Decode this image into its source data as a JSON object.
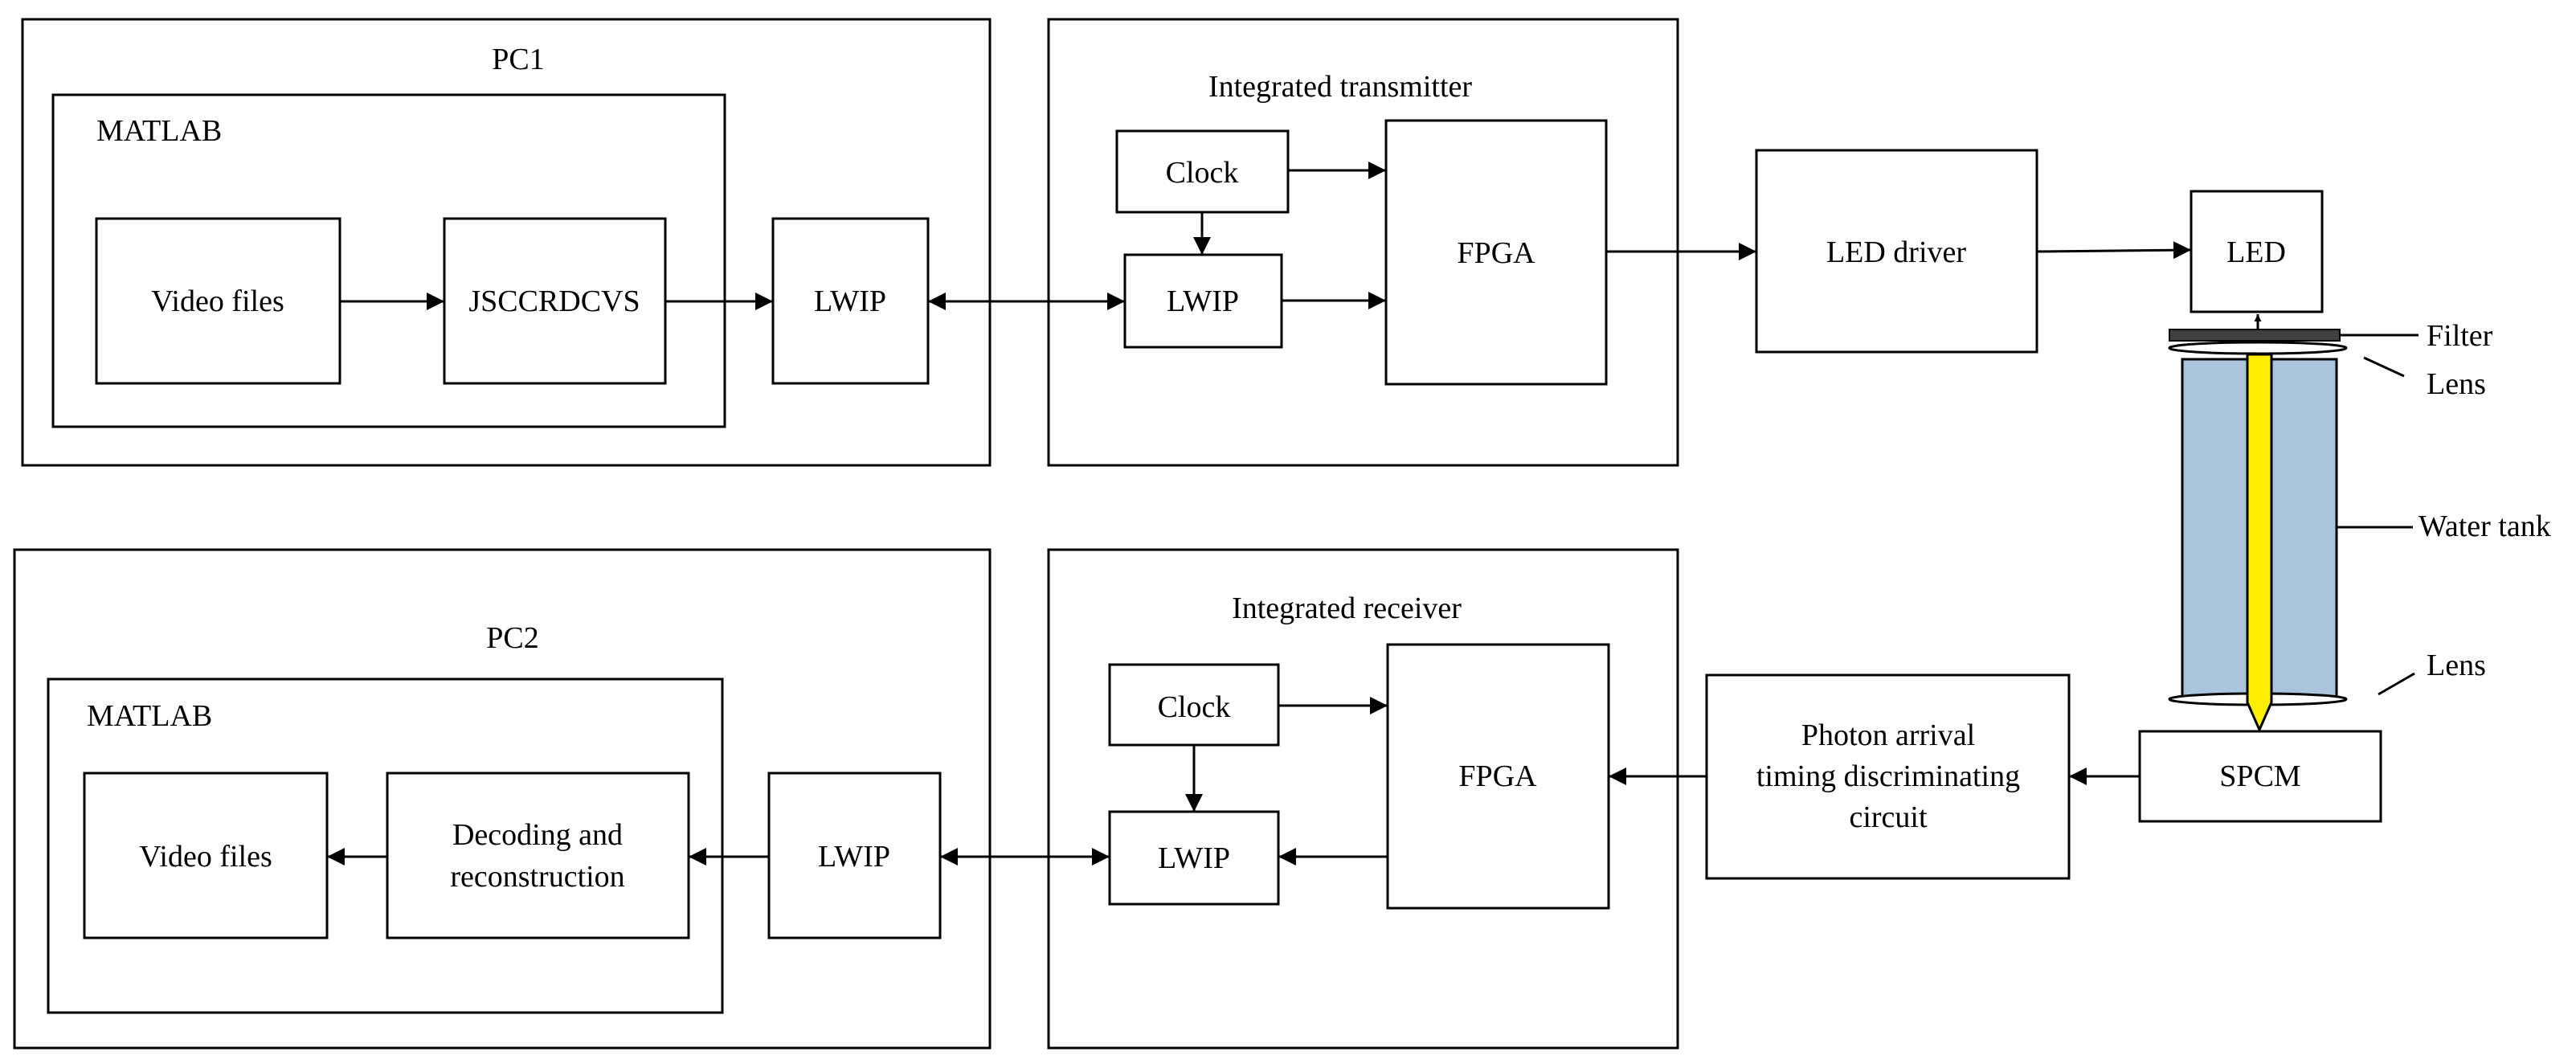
{
  "pc1": {
    "title": "PC1",
    "matlab": "MATLAB",
    "video_files": "Video files",
    "encoder": "JSCCRDCVS",
    "lwip": "LWIP"
  },
  "transmitter": {
    "title": "Integrated transmitter",
    "clock": "Clock",
    "lwip": "LWIP",
    "fpga": "FPGA"
  },
  "led_driver": "LED driver",
  "led": "LED",
  "optics": {
    "filter": "Filter",
    "lens_top": "Lens",
    "water_tank": "Water tank",
    "lens_bottom": "Lens"
  },
  "spcm": "SPCM",
  "photon_circuit": {
    "line1": "Photon arrival",
    "line2": "timing discriminating",
    "line3": "circuit"
  },
  "receiver": {
    "title": "Integrated receiver",
    "clock": "Clock",
    "lwip": "LWIP",
    "fpga": "FPGA"
  },
  "pc2": {
    "title": "PC2",
    "matlab": "MATLAB",
    "video_files": "Video files",
    "decoder_line1": "Decoding and",
    "decoder_line2": "reconstruction",
    "lwip": "LWIP"
  },
  "colors": {
    "stroke": "#000000",
    "water": "#a9c4dc",
    "beam": "#ffee00",
    "filter": "#404040"
  }
}
